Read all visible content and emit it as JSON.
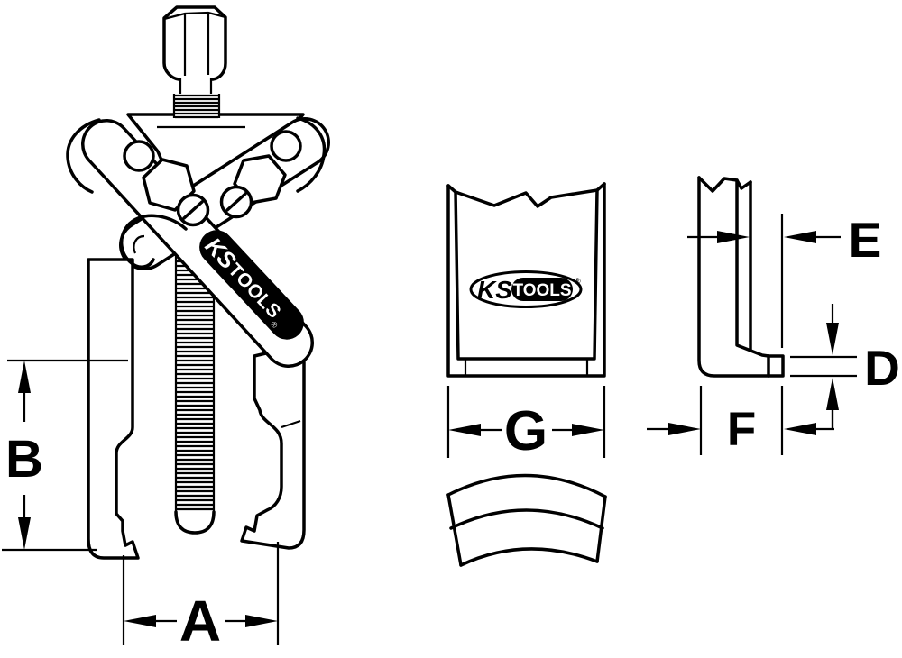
{
  "page": {
    "background": "#ffffff",
    "ink": "#000000"
  },
  "dimension_labels": {
    "a": "A",
    "b": "B",
    "d": "D",
    "e": "E",
    "f": "F",
    "g": "G"
  },
  "brand": {
    "ks": "KS",
    "tools": "TOOLS",
    "registered": "®"
  }
}
